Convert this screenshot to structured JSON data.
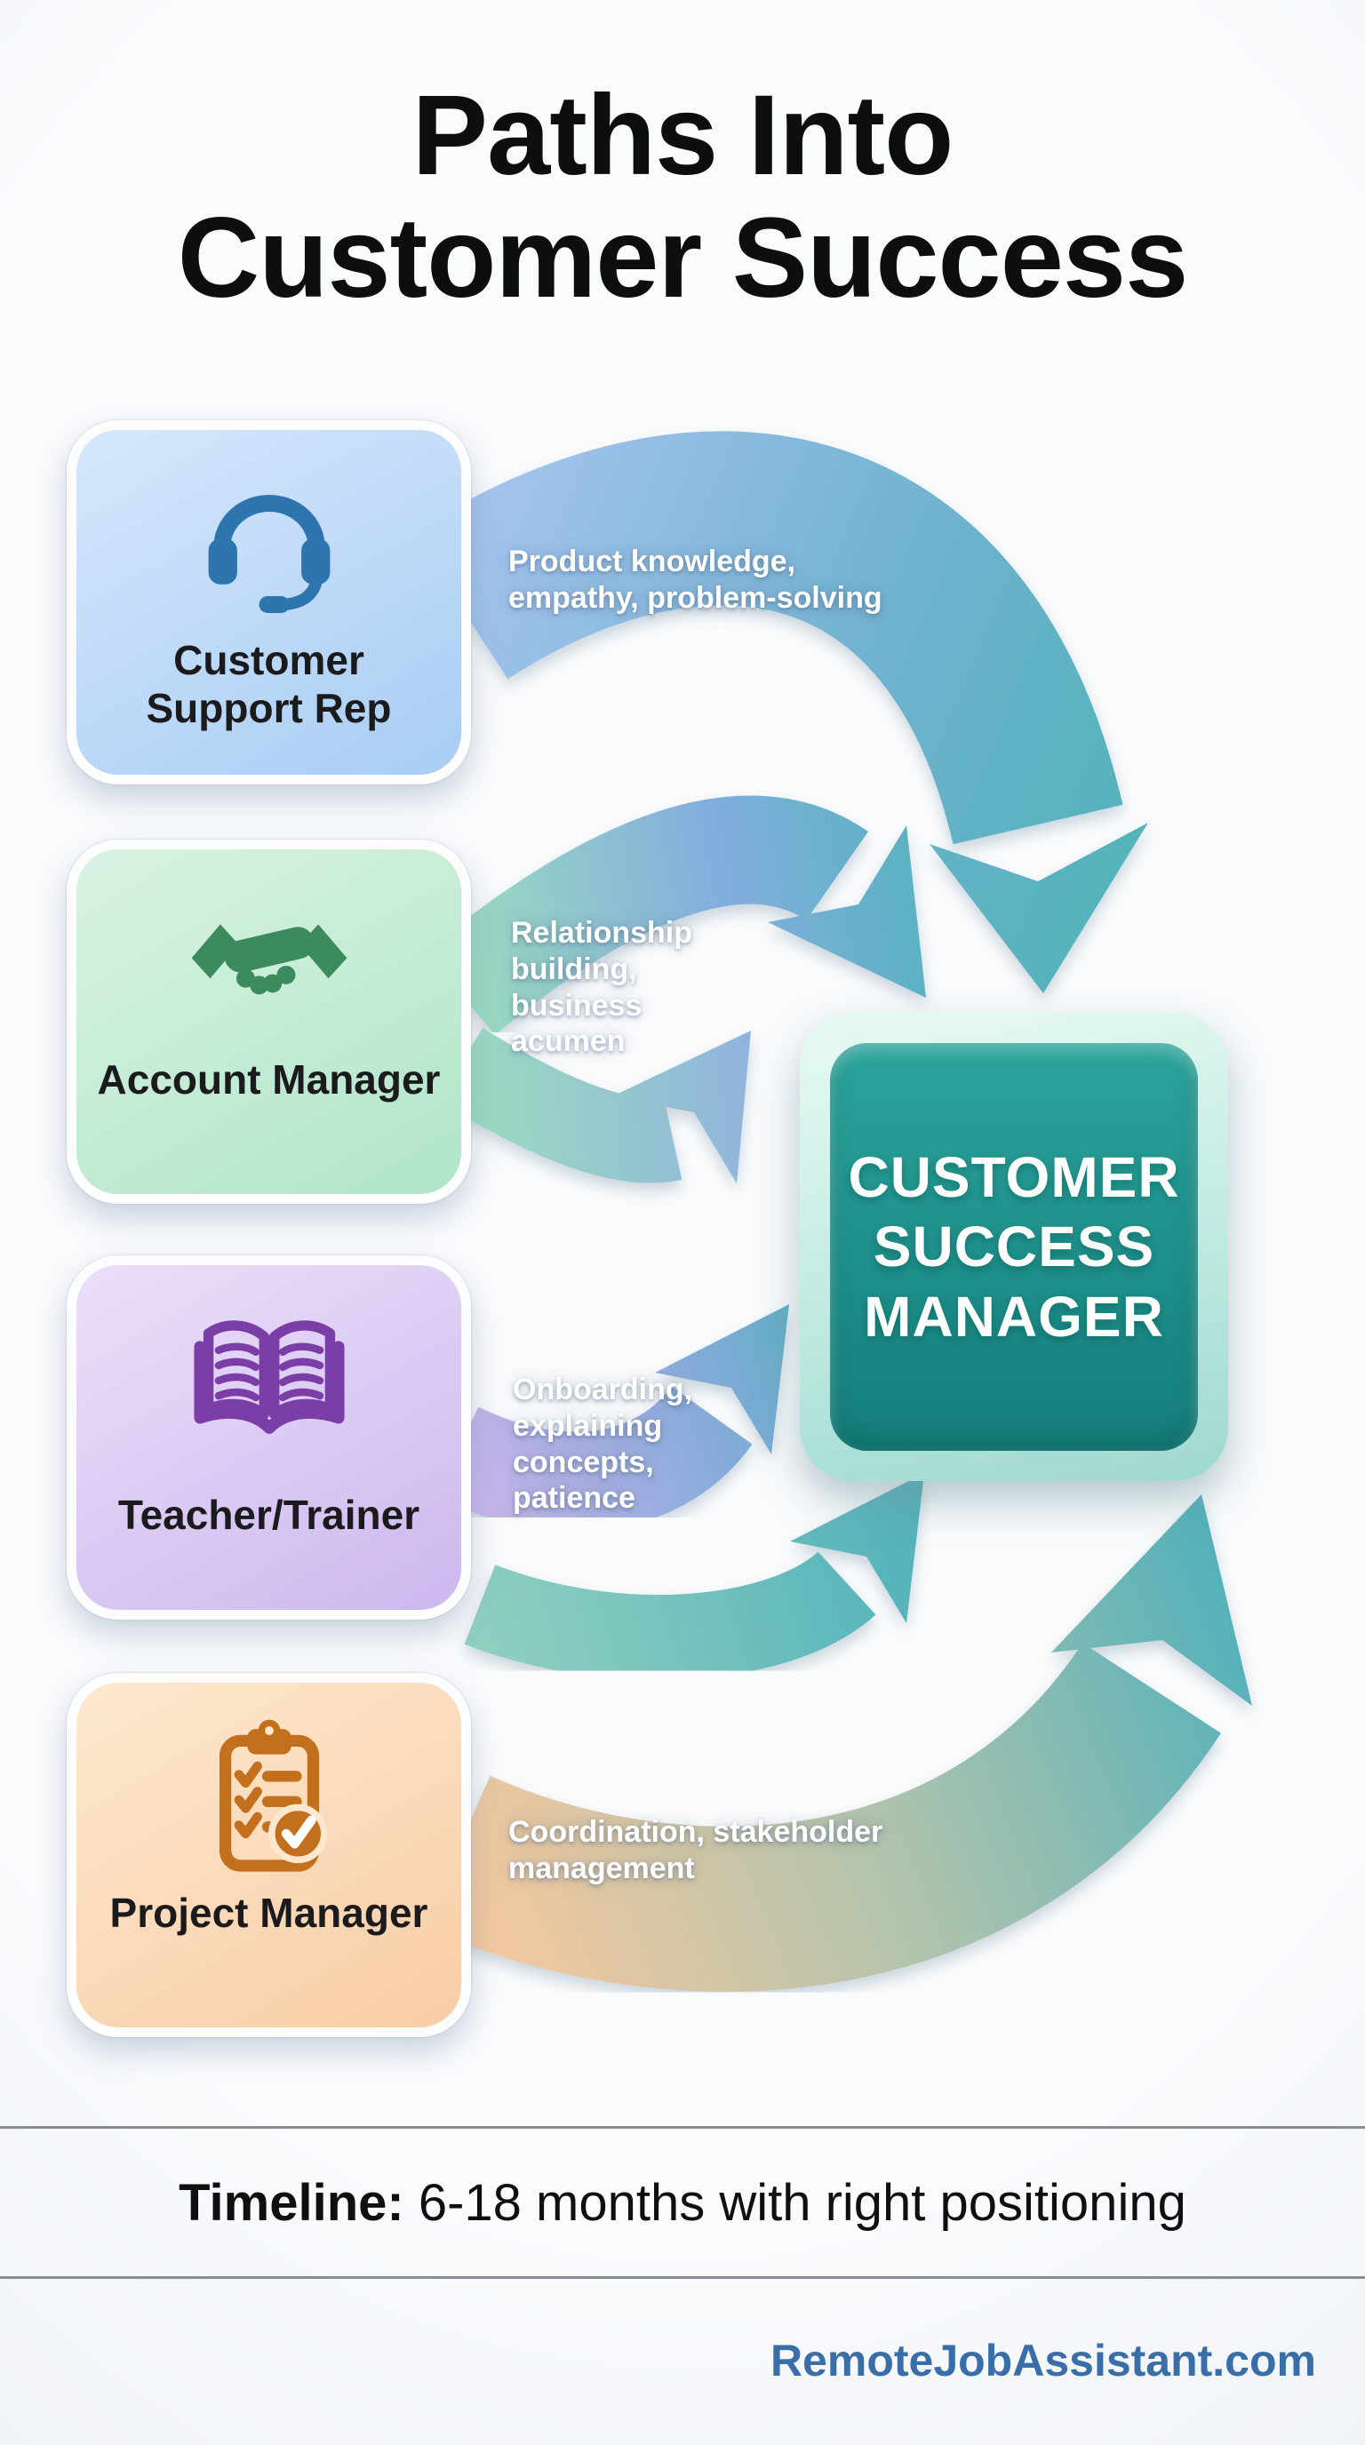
{
  "title": {
    "line1": "Paths Into",
    "line2": "Customer Success"
  },
  "cards": [
    {
      "id": "customer-support-rep",
      "label": "Customer Support Rep",
      "icon": "headset-icon",
      "bg_from": "#d6e7fb",
      "bg_to": "#a8cdf4",
      "icon_color": "#2e74ae"
    },
    {
      "id": "account-manager",
      "label": "Account Manager",
      "icon": "handshake-icon",
      "bg_from": "#d9f3e3",
      "bg_to": "#b0e5c9",
      "icon_color": "#3d8a5e"
    },
    {
      "id": "teacher-trainer",
      "label": "Teacher/Trainer",
      "icon": "open-book-icon",
      "bg_from": "#ebdff9",
      "bg_to": "#ccb8ee",
      "icon_color": "#7b3da6"
    },
    {
      "id": "project-manager",
      "label": "Project Manager",
      "icon": "clipboard-check-icon",
      "bg_from": "#fde8cf",
      "bg_to": "#f8cda5",
      "icon_color": "#c2701d"
    }
  ],
  "center_box": {
    "label": "CUSTOMER SUCCESS MANAGER",
    "bg_top": "#2ba49b",
    "bg_bottom": "#147e7a",
    "halo": "#bfeae1"
  },
  "arrow_labels": [
    {
      "text": "Product knowledge, empathy, problem-solving"
    },
    {
      "text": "Relationship building, business acumen"
    },
    {
      "text": "Onboarding, explaining concepts, patience"
    },
    {
      "text": "Coordination, stakeholder management"
    }
  ],
  "timeline": {
    "prefix": "Timeline:",
    "rest": " 6-18 months with right positioning"
  },
  "footer": {
    "site": "RemoteJobAssistant.com",
    "color": "#3a6ea8"
  },
  "colors": {
    "background": "#f3f6fa",
    "title_text": "#0e0e10",
    "card_label_text": "#1b1b1e",
    "arrow_teal": "#55b3bc",
    "arrow_blue": "#a3c3ee",
    "arrow_green": "#9bdcc0",
    "arrow_purple": "#c9b5eb",
    "arrow_orange": "#f3c89f",
    "divider": "#878c95"
  }
}
